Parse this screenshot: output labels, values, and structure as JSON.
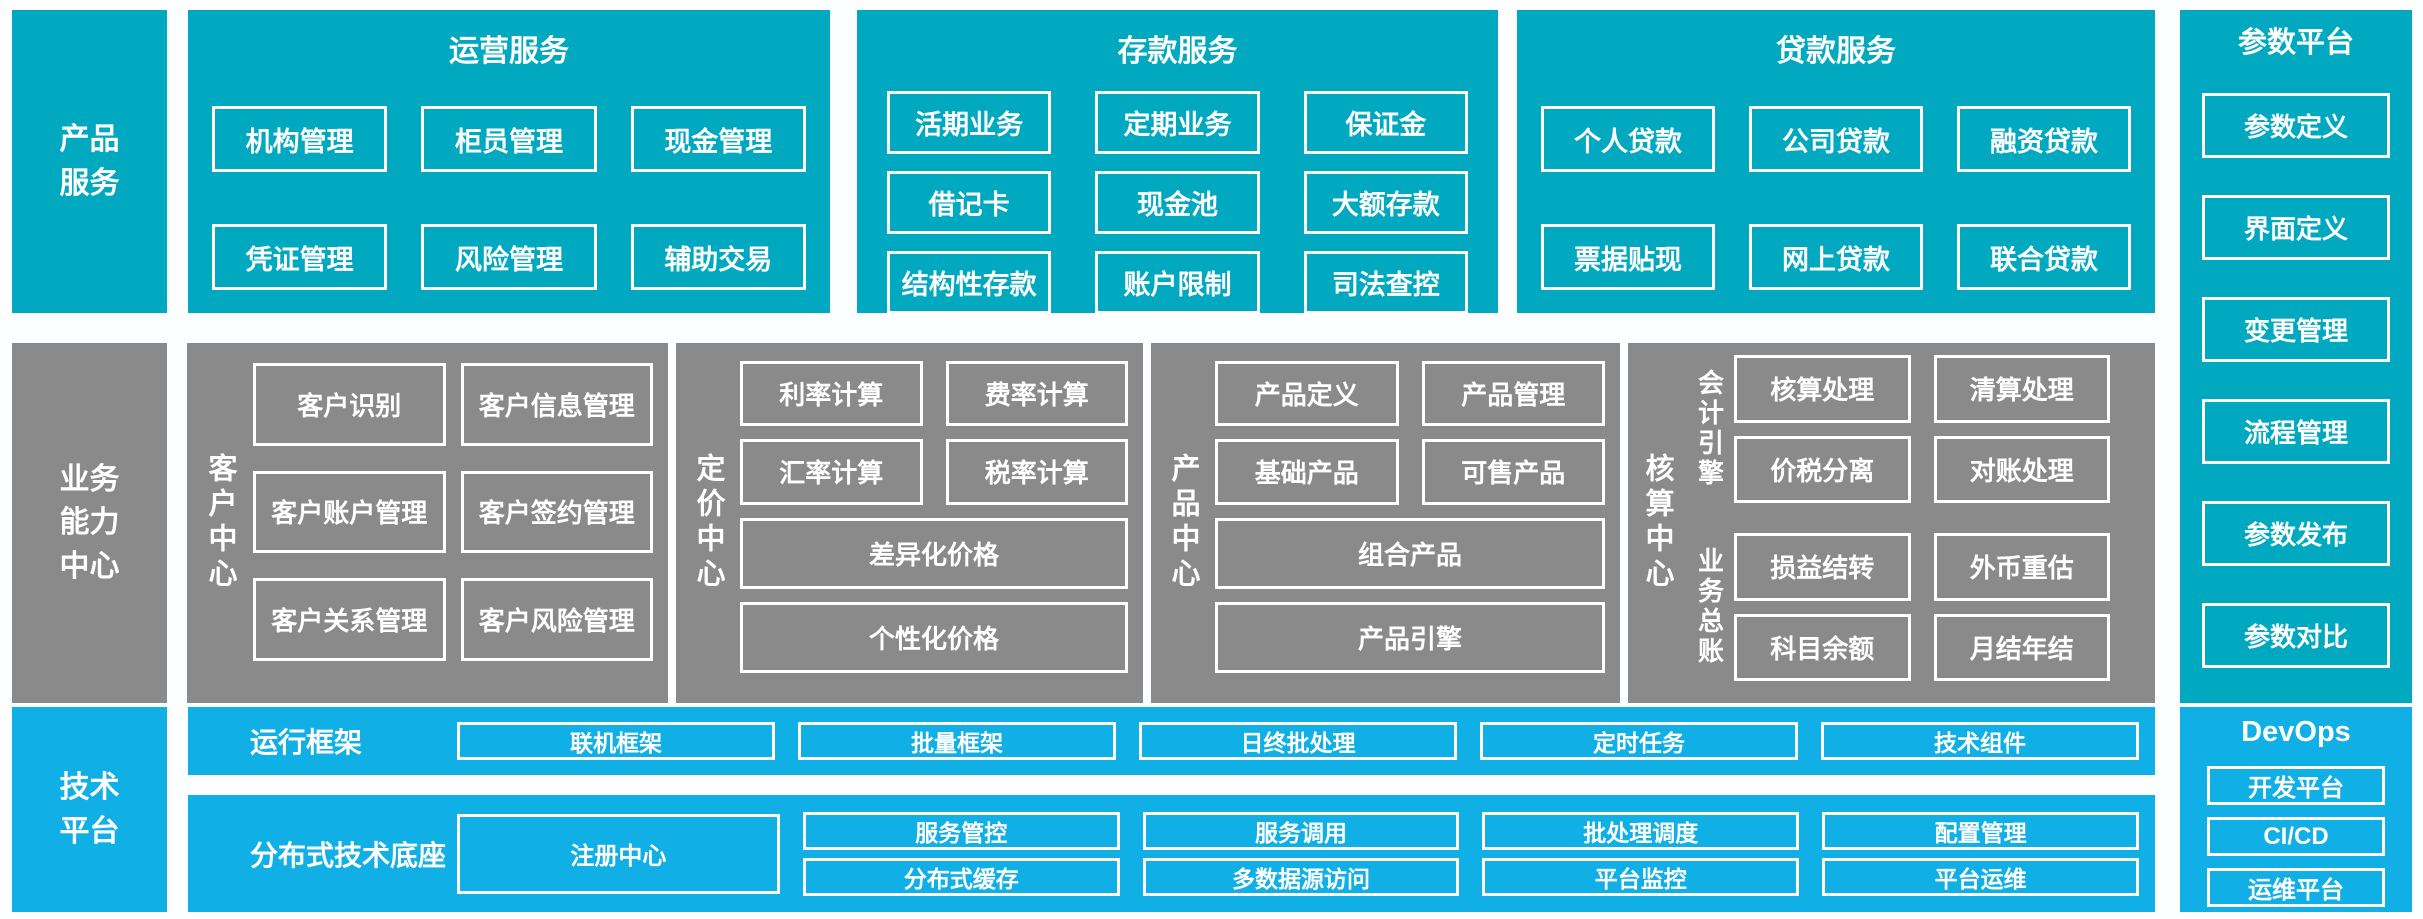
{
  "colors": {
    "teal": "#00A9C0",
    "gray": "#8A8A8A",
    "blue": "#10AFE6"
  },
  "left_rail": {
    "product_services": "产品\n服务",
    "business_capability": "业务\n能力\n中心",
    "tech_platform": "技术\n平台"
  },
  "top": {
    "operations": {
      "title": "运营服务",
      "rows": [
        [
          "机构管理",
          "柜员管理",
          "现金管理"
        ],
        [
          "凭证管理",
          "风险管理",
          "辅助交易"
        ]
      ]
    },
    "deposit": {
      "title": "存款服务",
      "rows": [
        [
          "活期业务",
          "定期业务",
          "保证金"
        ],
        [
          "借记卡",
          "现金池",
          "大额存款"
        ],
        [
          "结构性存款",
          "账户限制",
          "司法查控"
        ]
      ]
    },
    "loan": {
      "title": "贷款服务",
      "rows": [
        [
          "个人贷款",
          "公司贷款",
          "融资贷款"
        ],
        [
          "票据贴现",
          "网上贷款",
          "联合贷款"
        ]
      ]
    }
  },
  "param_platform": {
    "title": "参数平台",
    "items": [
      "参数定义",
      "界面定义",
      "变更管理",
      "流程管理",
      "参数发布",
      "参数对比"
    ]
  },
  "centers": {
    "customer": {
      "label": "客户中心",
      "boxes": [
        "客户识别",
        "客户信息管理",
        "客户账户管理",
        "客户签约管理",
        "客户关系管理",
        "客户风险管理"
      ]
    },
    "pricing": {
      "label": "定价中心",
      "small": [
        "利率计算",
        "费率计算",
        "汇率计算",
        "税率计算"
      ],
      "wide": [
        "差异化价格",
        "个性化价格"
      ]
    },
    "product": {
      "label": "产品中心",
      "small": [
        "产品定义",
        "产品管理",
        "基础产品",
        "可售产品"
      ],
      "wide": [
        "组合产品",
        "产品引擎"
      ]
    },
    "accounting": {
      "label": "核算中心",
      "groups": [
        {
          "label": "会计引擎",
          "boxes": [
            "核算处理",
            "清算处理",
            "价税分离",
            "对账处理"
          ]
        },
        {
          "label": "业务总账",
          "boxes": [
            "损益结转",
            "外币重估",
            "科目余额",
            "月结年结"
          ]
        }
      ]
    }
  },
  "tech": {
    "runtime": {
      "label": "运行框架",
      "items": [
        "联机框架",
        "批量框架",
        "日终批处理",
        "定时任务",
        "技术组件"
      ]
    },
    "distributed": {
      "label": "分布式技术底座",
      "registry": "注册中心",
      "pairs": [
        [
          "服务管控",
          "分布式缓存"
        ],
        [
          "服务调用",
          "多数据源访问"
        ],
        [
          "批处理调度",
          "平台监控"
        ],
        [
          "配置管理",
          "平台运维"
        ]
      ]
    },
    "devops": {
      "title": "DevOps",
      "items": [
        "开发平台",
        "CI/CD",
        "运维平台"
      ]
    }
  }
}
